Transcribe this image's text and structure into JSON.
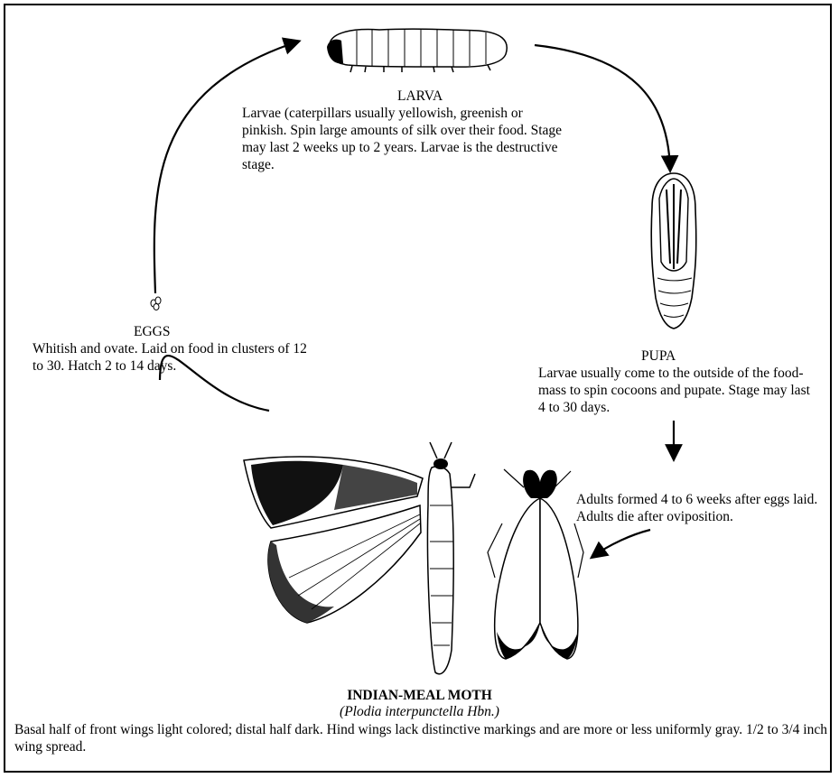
{
  "larva": {
    "title": "LARVA",
    "desc": "Larvae (caterpillars usually yellowish, greenish or pinkish. Spin large amounts of silk over their food. Stage may last 2 weeks up to 2 years. Larvae is the destructive stage."
  },
  "pupa": {
    "title": "PUPA",
    "desc": "Larvae usually come to the outside of the food-mass to spin cocoons and pupate. Stage may last 4 to 30 days."
  },
  "adult_note": "Adults formed 4 to 6 weeks after eggs laid. Adults die after oviposition.",
  "eggs": {
    "title": "EGGS",
    "desc": "Whitish and ovate. Laid on food in clusters of 12 to 30. Hatch 2 to 14 days."
  },
  "moth": {
    "title": "INDIAN-MEAL MOTH",
    "scientific": "(Plodia interpunctella Hbn.)",
    "desc": "Basal half of front wings light colored; distal half dark. Hind wings lack distinctive markings and are more or less uniformly gray. 1/2 to 3/4 inch wing spread."
  }
}
